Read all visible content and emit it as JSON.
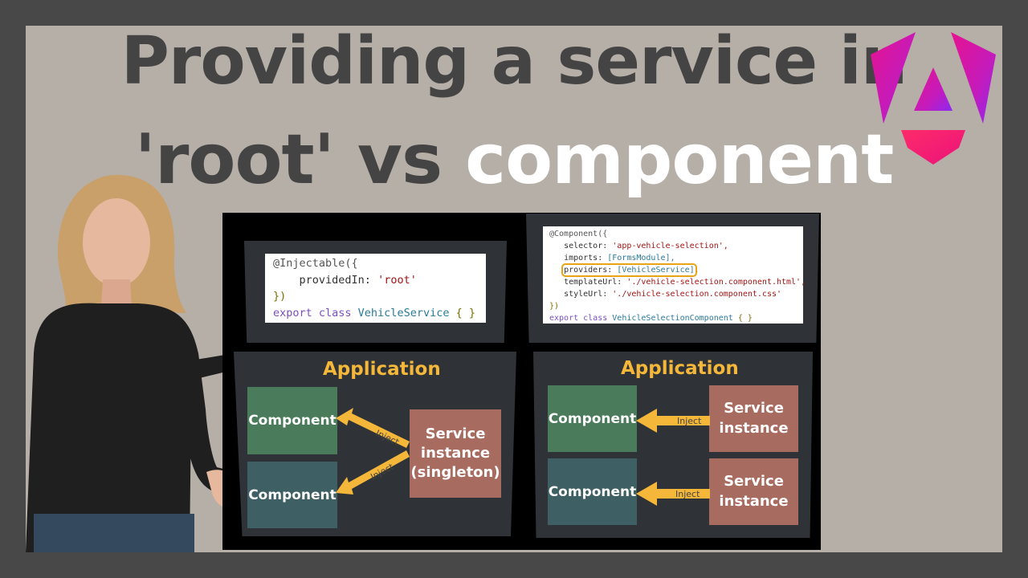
{
  "title": {
    "line1": "Providing a service in",
    "line2_root": "'root' vs",
    "line2_component": "component"
  },
  "root_example": {
    "code": {
      "decorator": "@Injectable({",
      "provided_key": "providedIn: ",
      "provided_value": "'root'",
      "close": "})",
      "export_kw": "export class ",
      "class_name": "VehicleService",
      "braces": " { }"
    },
    "diagram": {
      "app_label": "Application",
      "component_top": "Component",
      "component_bottom": "Component",
      "service_line1": "Service",
      "service_line2": "instance",
      "service_line3": "(singleton)",
      "inject_top": "Inject",
      "inject_bottom": "Inject"
    }
  },
  "component_example": {
    "code": {
      "decorator": "@Component({",
      "selector_key": "selector: ",
      "selector_value": "'app-vehicle-selection',",
      "imports_key": "imports: ",
      "imports_value": "[FormsModule],",
      "providers_key": "providers: ",
      "providers_value": "[VehicleService]",
      "providers_comma": ",",
      "template_key": "templateUrl: ",
      "template_value": "'./vehicle-selection.component.html',",
      "style_key": "styleUrl: ",
      "style_value": "'./vehicle-selection.component.css'",
      "close": "})",
      "export_kw": "export class ",
      "class_name": "VehicleSelectionComponent",
      "braces": " { }"
    },
    "diagram": {
      "app_label": "Application",
      "component_top": "Component",
      "component_bottom": "Component",
      "service_top_line1": "Service",
      "service_top_line2": "instance",
      "service_bottom_line1": "Service",
      "service_bottom_line2": "instance",
      "inject_top": "Inject",
      "inject_bottom": "Inject"
    }
  },
  "colors": {
    "background": "#b6afa7",
    "title_dark": "#444444",
    "title_highlight": "#ffffff",
    "app_label": "#f5b73a",
    "arrow": "#f5b73a",
    "component_green": "#4a7b5a",
    "component_teal": "#3e5f63",
    "service": "#a86b5f",
    "highlight_outline": "#e8a317"
  },
  "icons": {
    "logo": "angular-logo-icon",
    "presenter": "presenter-photo"
  }
}
